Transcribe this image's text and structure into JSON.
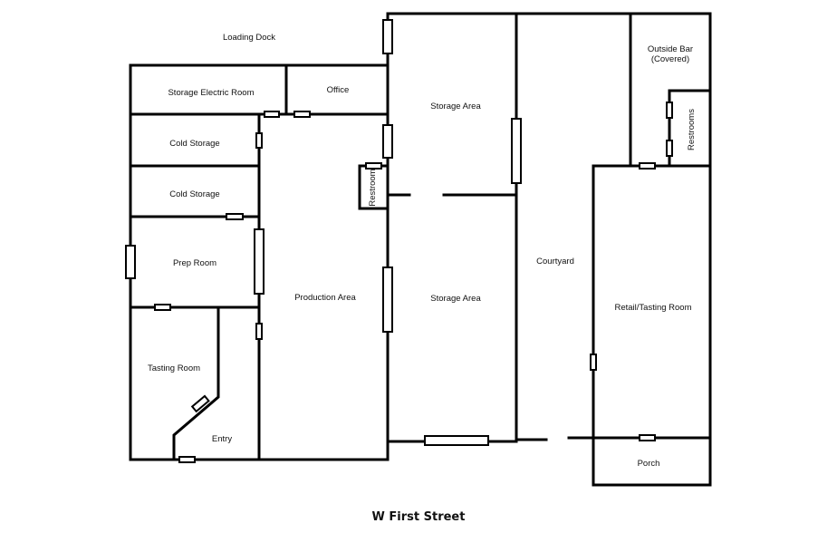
{
  "rooms": {
    "loading_dock": "Loading Dock",
    "storage_electric_room": "Storage Electric Room",
    "office": "Office",
    "cold_storage_1": "Cold Storage",
    "cold_storage_2": "Cold Storage",
    "prep_room": "Prep Room",
    "tasting_room": "Tasting Room",
    "entry": "Entry",
    "production_area": "Production Area",
    "restroom": "Restroom",
    "storage_area_north": "Storage Area",
    "storage_area_south": "Storage Area",
    "courtyard": "Courtyard",
    "outside_bar_line1": "Outside Bar",
    "outside_bar_line2": "(Covered)",
    "restrooms": "Restrooms",
    "retail_tasting_room": "Retail/Tasting Room",
    "porch": "Porch"
  },
  "street": "W First Street"
}
